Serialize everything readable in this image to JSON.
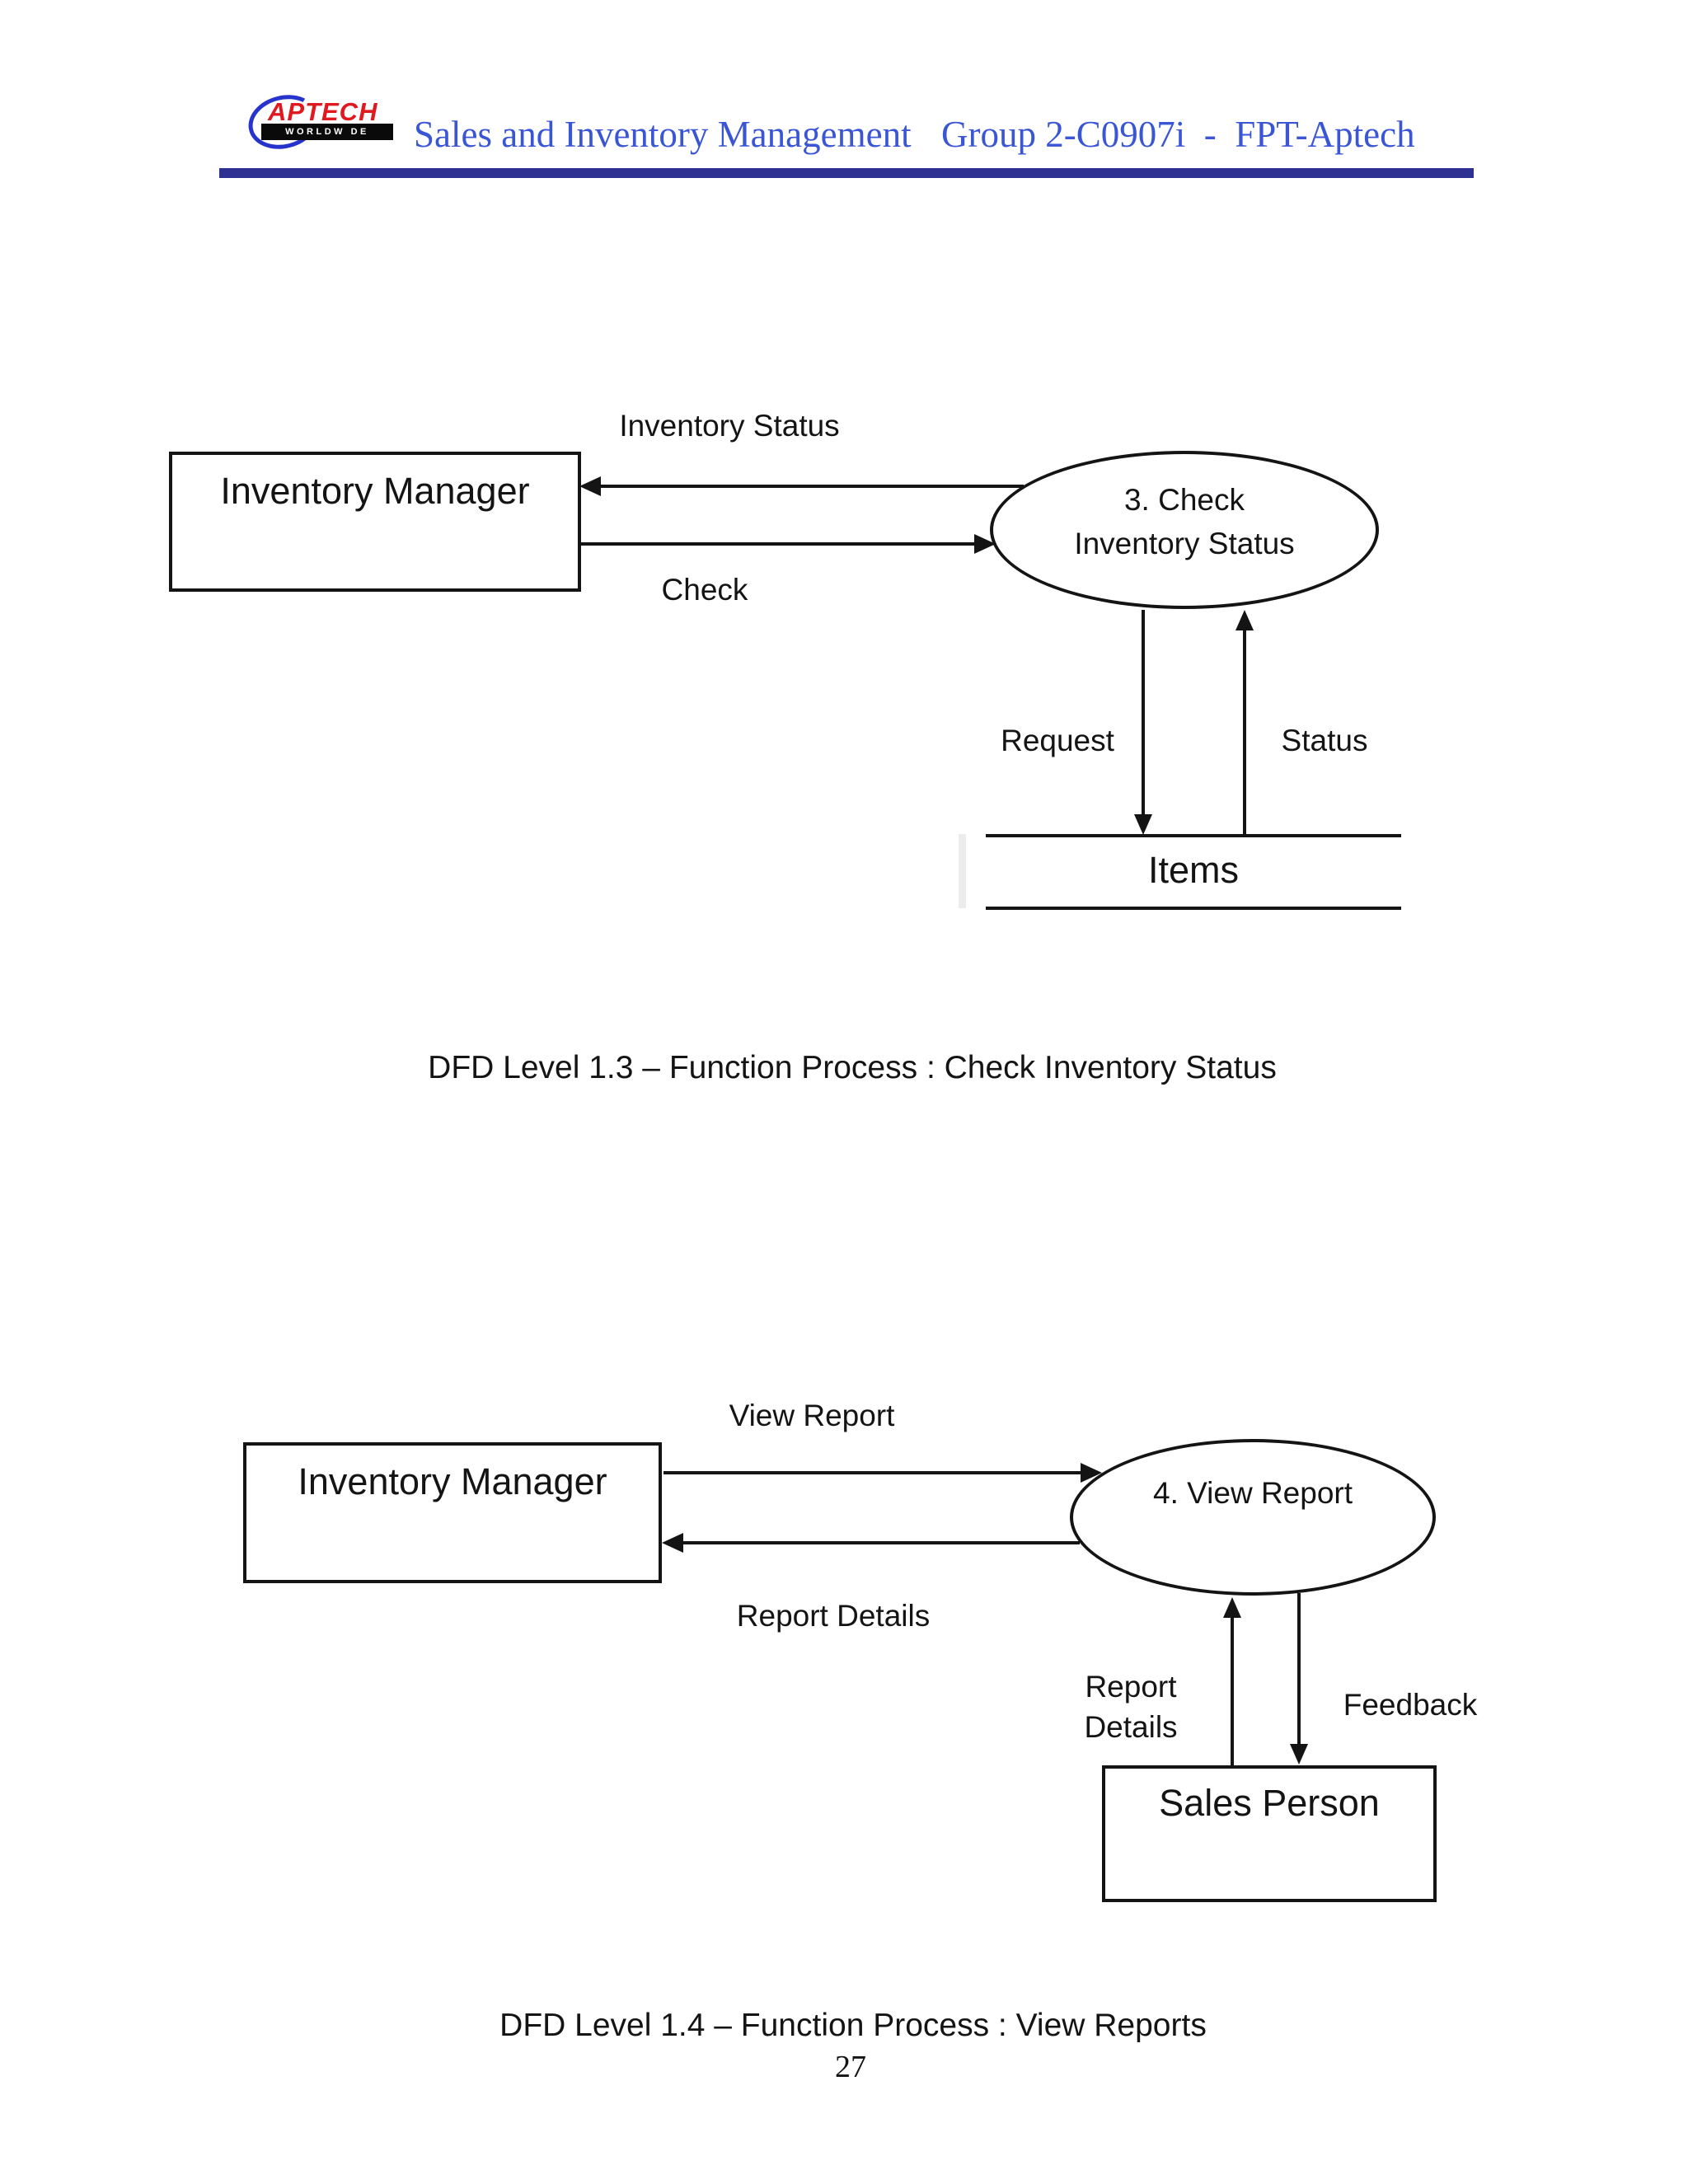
{
  "header": {
    "logo_brand": "APTECH",
    "logo_tagline": "WORLDW DE",
    "title": "Sales and Inventory Management",
    "group": "Group 2-C0907i  -  FPT-Aptech",
    "accent_color": "#3a56d4",
    "divider_color": "#2e3192",
    "logo_red": "#e0181f",
    "logo_blue": "#2633cc"
  },
  "diagram1": {
    "entity": "Inventory Manager",
    "process_line1": "3. Check",
    "process_line2": "Inventory Status",
    "flow_top": "Inventory Status",
    "flow_bottom": "Check",
    "flow_request": "Request",
    "flow_status": "Status",
    "store": "Items",
    "caption": "DFD Level 1.3 – Function Process : Check Inventory Status"
  },
  "diagram2": {
    "entity": "Inventory Manager",
    "process": "4. View Report",
    "entity2": "Sales Person",
    "flow_top": "View Report",
    "flow_bottom": "Report Details",
    "flow_report_line1": "Report",
    "flow_report_line2": "Details",
    "flow_feedback": "Feedback",
    "caption": "DFD Level 1.4 – Function Process : View Reports"
  },
  "footer": {
    "page_number": "27"
  }
}
